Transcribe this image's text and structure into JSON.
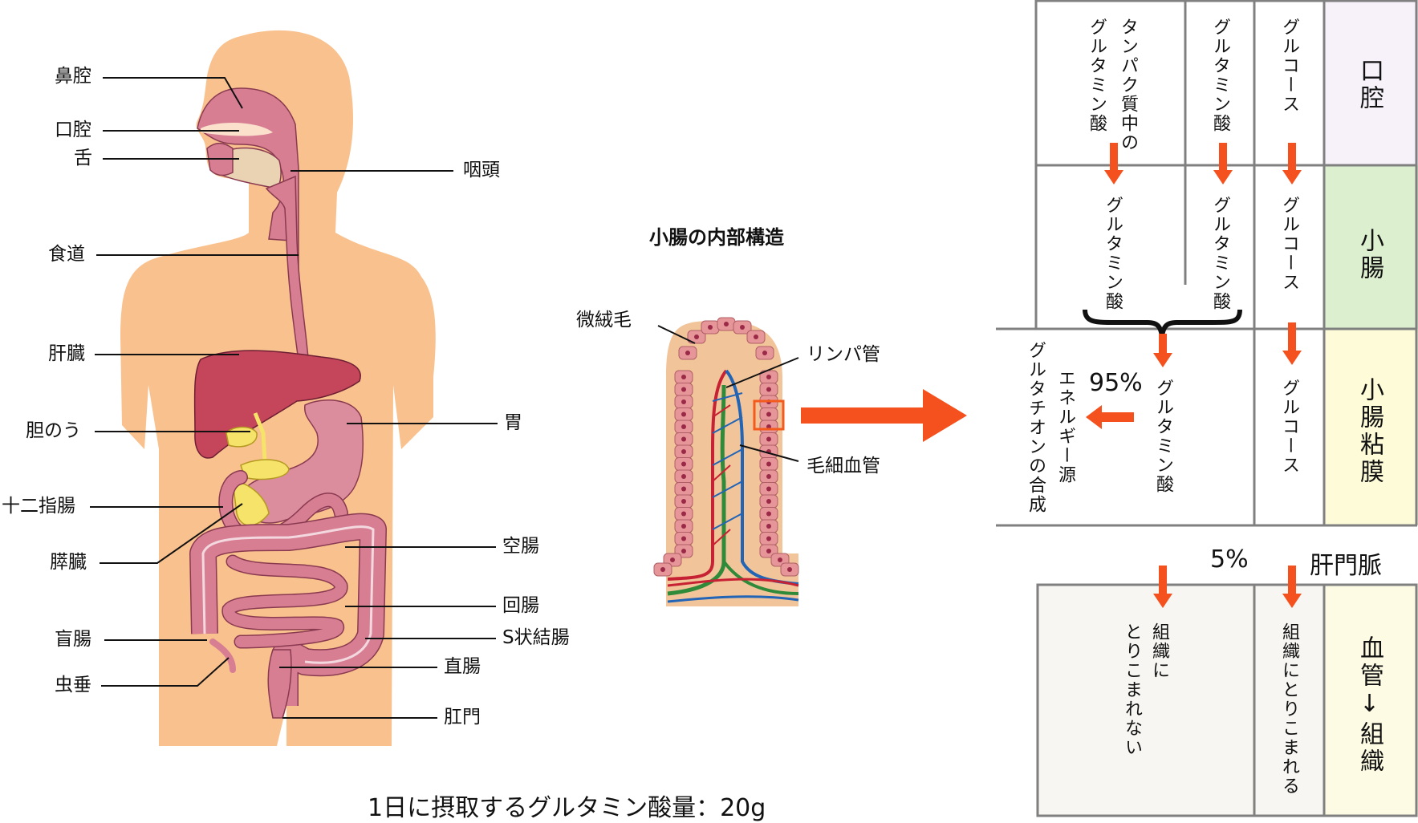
{
  "body_diagram": {
    "labels_left": [
      {
        "id": "nasal-cavity",
        "text": "鼻腔"
      },
      {
        "id": "oral-cavity",
        "text": "口腔"
      },
      {
        "id": "tongue",
        "text": "舌"
      },
      {
        "id": "esophagus",
        "text": "食道"
      },
      {
        "id": "liver",
        "text": "肝臓"
      },
      {
        "id": "gallbladder",
        "text": "胆のう"
      },
      {
        "id": "duodenum",
        "text": "十二指腸"
      },
      {
        "id": "pancreas",
        "text": "膵臓"
      },
      {
        "id": "cecum",
        "text": "盲腸"
      },
      {
        "id": "appendix",
        "text": "虫垂"
      }
    ],
    "labels_right": [
      {
        "id": "pharynx",
        "text": "咽頭"
      },
      {
        "id": "stomach",
        "text": "胃"
      },
      {
        "id": "jejunum",
        "text": "空腸"
      },
      {
        "id": "ileum",
        "text": "回腸"
      },
      {
        "id": "sigmoid-colon",
        "text": "S状結腸"
      },
      {
        "id": "rectum",
        "text": "直腸"
      },
      {
        "id": "anus",
        "text": "肛門"
      }
    ],
    "colors": {
      "skin": "#f9c18e",
      "tract": "#d77e93",
      "liver": "#c5455a",
      "bile": "#f6e36a",
      "tongue": "#ead3b3"
    }
  },
  "villus_diagram": {
    "title": "小腸の内部構造",
    "labels": {
      "microvilli": "微絨毛",
      "lymph": "リンパ管",
      "capillary": "毛細血管"
    },
    "colors": {
      "cell": "#e69598",
      "nucleus": "#9b2a48",
      "artery": "#c62234",
      "vein": "#2264b5",
      "lymph": "#2f8a3a",
      "highlight": "#f25a1e"
    }
  },
  "caption": "1日に摂取するグルタミン酸量：20g",
  "flow_table": {
    "arrow_color": "#f4511e",
    "row_labels": [
      {
        "text": "口腔",
        "bg": "#f7f1fa"
      },
      {
        "text": "小腸",
        "bg": "#dcefce"
      },
      {
        "text": "小腸粘膜",
        "bg": "#fdfbd8"
      },
      {
        "text": "血管↓組織",
        "bg": "#fdfbe3"
      }
    ],
    "oral": {
      "protein_glutamate": [
        "タンパク質中の",
        "グルタミン酸"
      ],
      "glutamate": "グルタミン酸",
      "glucose": "グルコース"
    },
    "intestine": {
      "glutamate_a": "グルタミン酸",
      "glutamate_b": "グルタミン酸",
      "glucose": "グルコース"
    },
    "mucosa": {
      "glutamate": "グルタミン酸",
      "glucose": "グルコース",
      "percent_used": "95%",
      "uses": [
        "エネルギー源",
        "グルタチオンの合成"
      ]
    },
    "transfer": {
      "percent_passed": "5%",
      "portal_vein": "肝門脈"
    },
    "tissue": {
      "not_taken": [
        "組織に",
        "とりこまれない"
      ],
      "taken": "組織にとりこまれる"
    }
  }
}
